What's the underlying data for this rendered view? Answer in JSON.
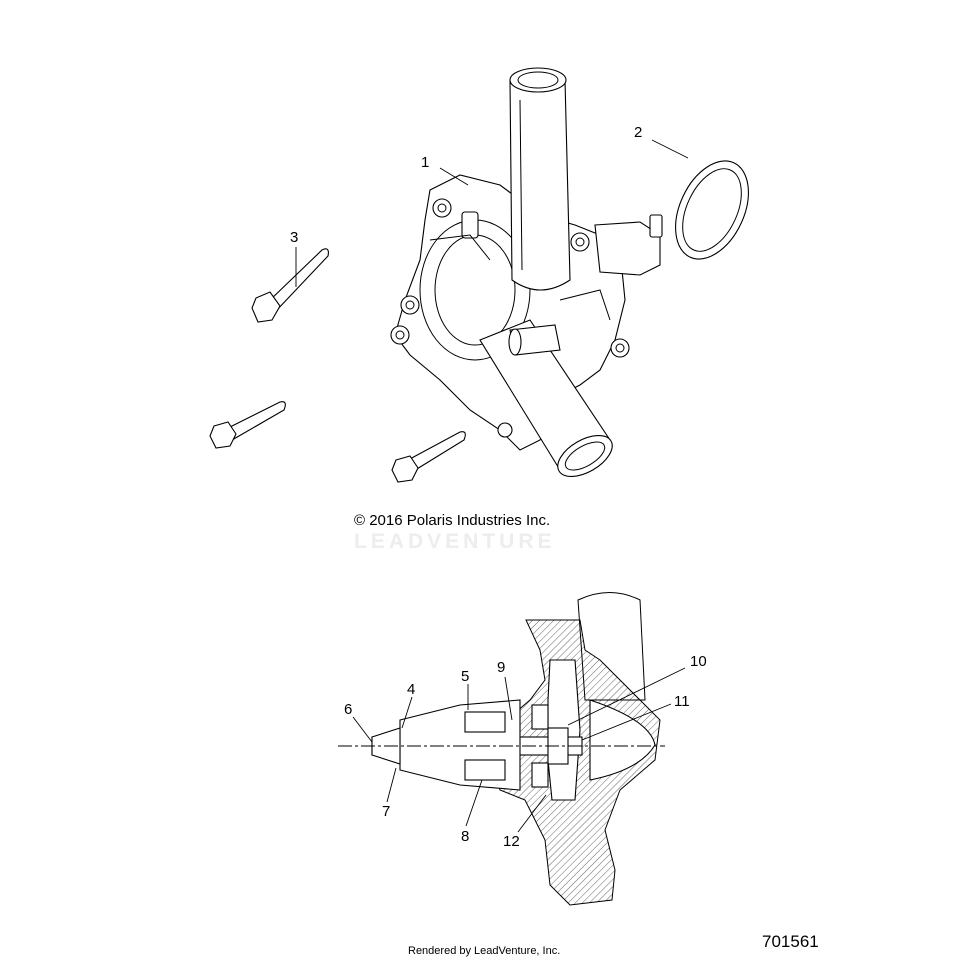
{
  "callouts": {
    "c1": "1",
    "c2": "2",
    "c3": "3",
    "c4": "4",
    "c5": "5",
    "c6": "6",
    "c7": "7",
    "c8": "8",
    "c9": "9",
    "c10": "10",
    "c11": "11",
    "c12": "12"
  },
  "copyright": "© 2016 Polaris Industries Inc.",
  "watermark": "LEADVENTURE",
  "footer": {
    "rendered_by": "Rendered by LeadVenture, Inc.",
    "part_number": "701561"
  }
}
